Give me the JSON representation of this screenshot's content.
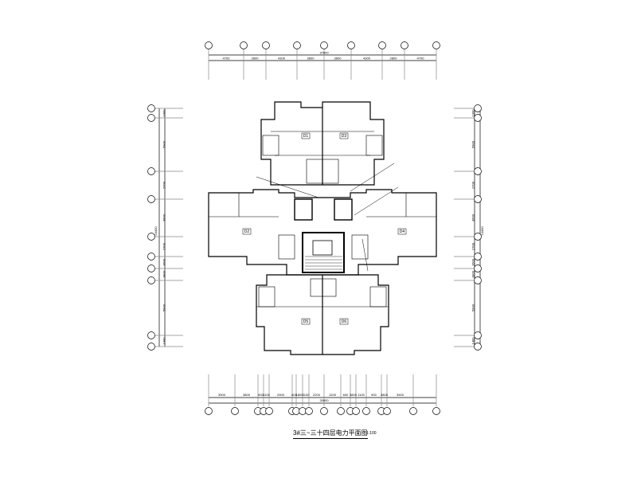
{
  "drawing": {
    "title": "3#三~三十四层电力平面图",
    "scale": "1:100"
  },
  "top_dimensions": {
    "total": "37800",
    "segments": [
      "4700",
      "2800",
      "4300",
      "3600",
      "3600",
      "4300",
      "2800",
      "4700"
    ]
  },
  "bottom_dimensions": {
    "total": "33000",
    "segments": [
      "3900",
      "3800",
      "900",
      "1100",
      "2900",
      "600",
      "1800",
      "3100",
      "2200",
      "1200",
      "600",
      "3800",
      "1100",
      "900",
      "3800",
      "3900"
    ]
  },
  "left_dimensions": {
    "total": "24400",
    "segments": [
      "1300",
      "5900",
      "2700",
      "3600",
      "2700",
      "1600",
      "1800",
      "5900",
      "1400"
    ]
  },
  "right_dimensions": {
    "total": "24400",
    "segments": [
      "1300",
      "5900",
      "2700",
      "3600",
      "2700",
      "1600",
      "1800",
      "5900",
      "1400"
    ]
  },
  "unit_labels": [
    "D1",
    "D3",
    "D2",
    "D4",
    "D5",
    "D6"
  ]
}
